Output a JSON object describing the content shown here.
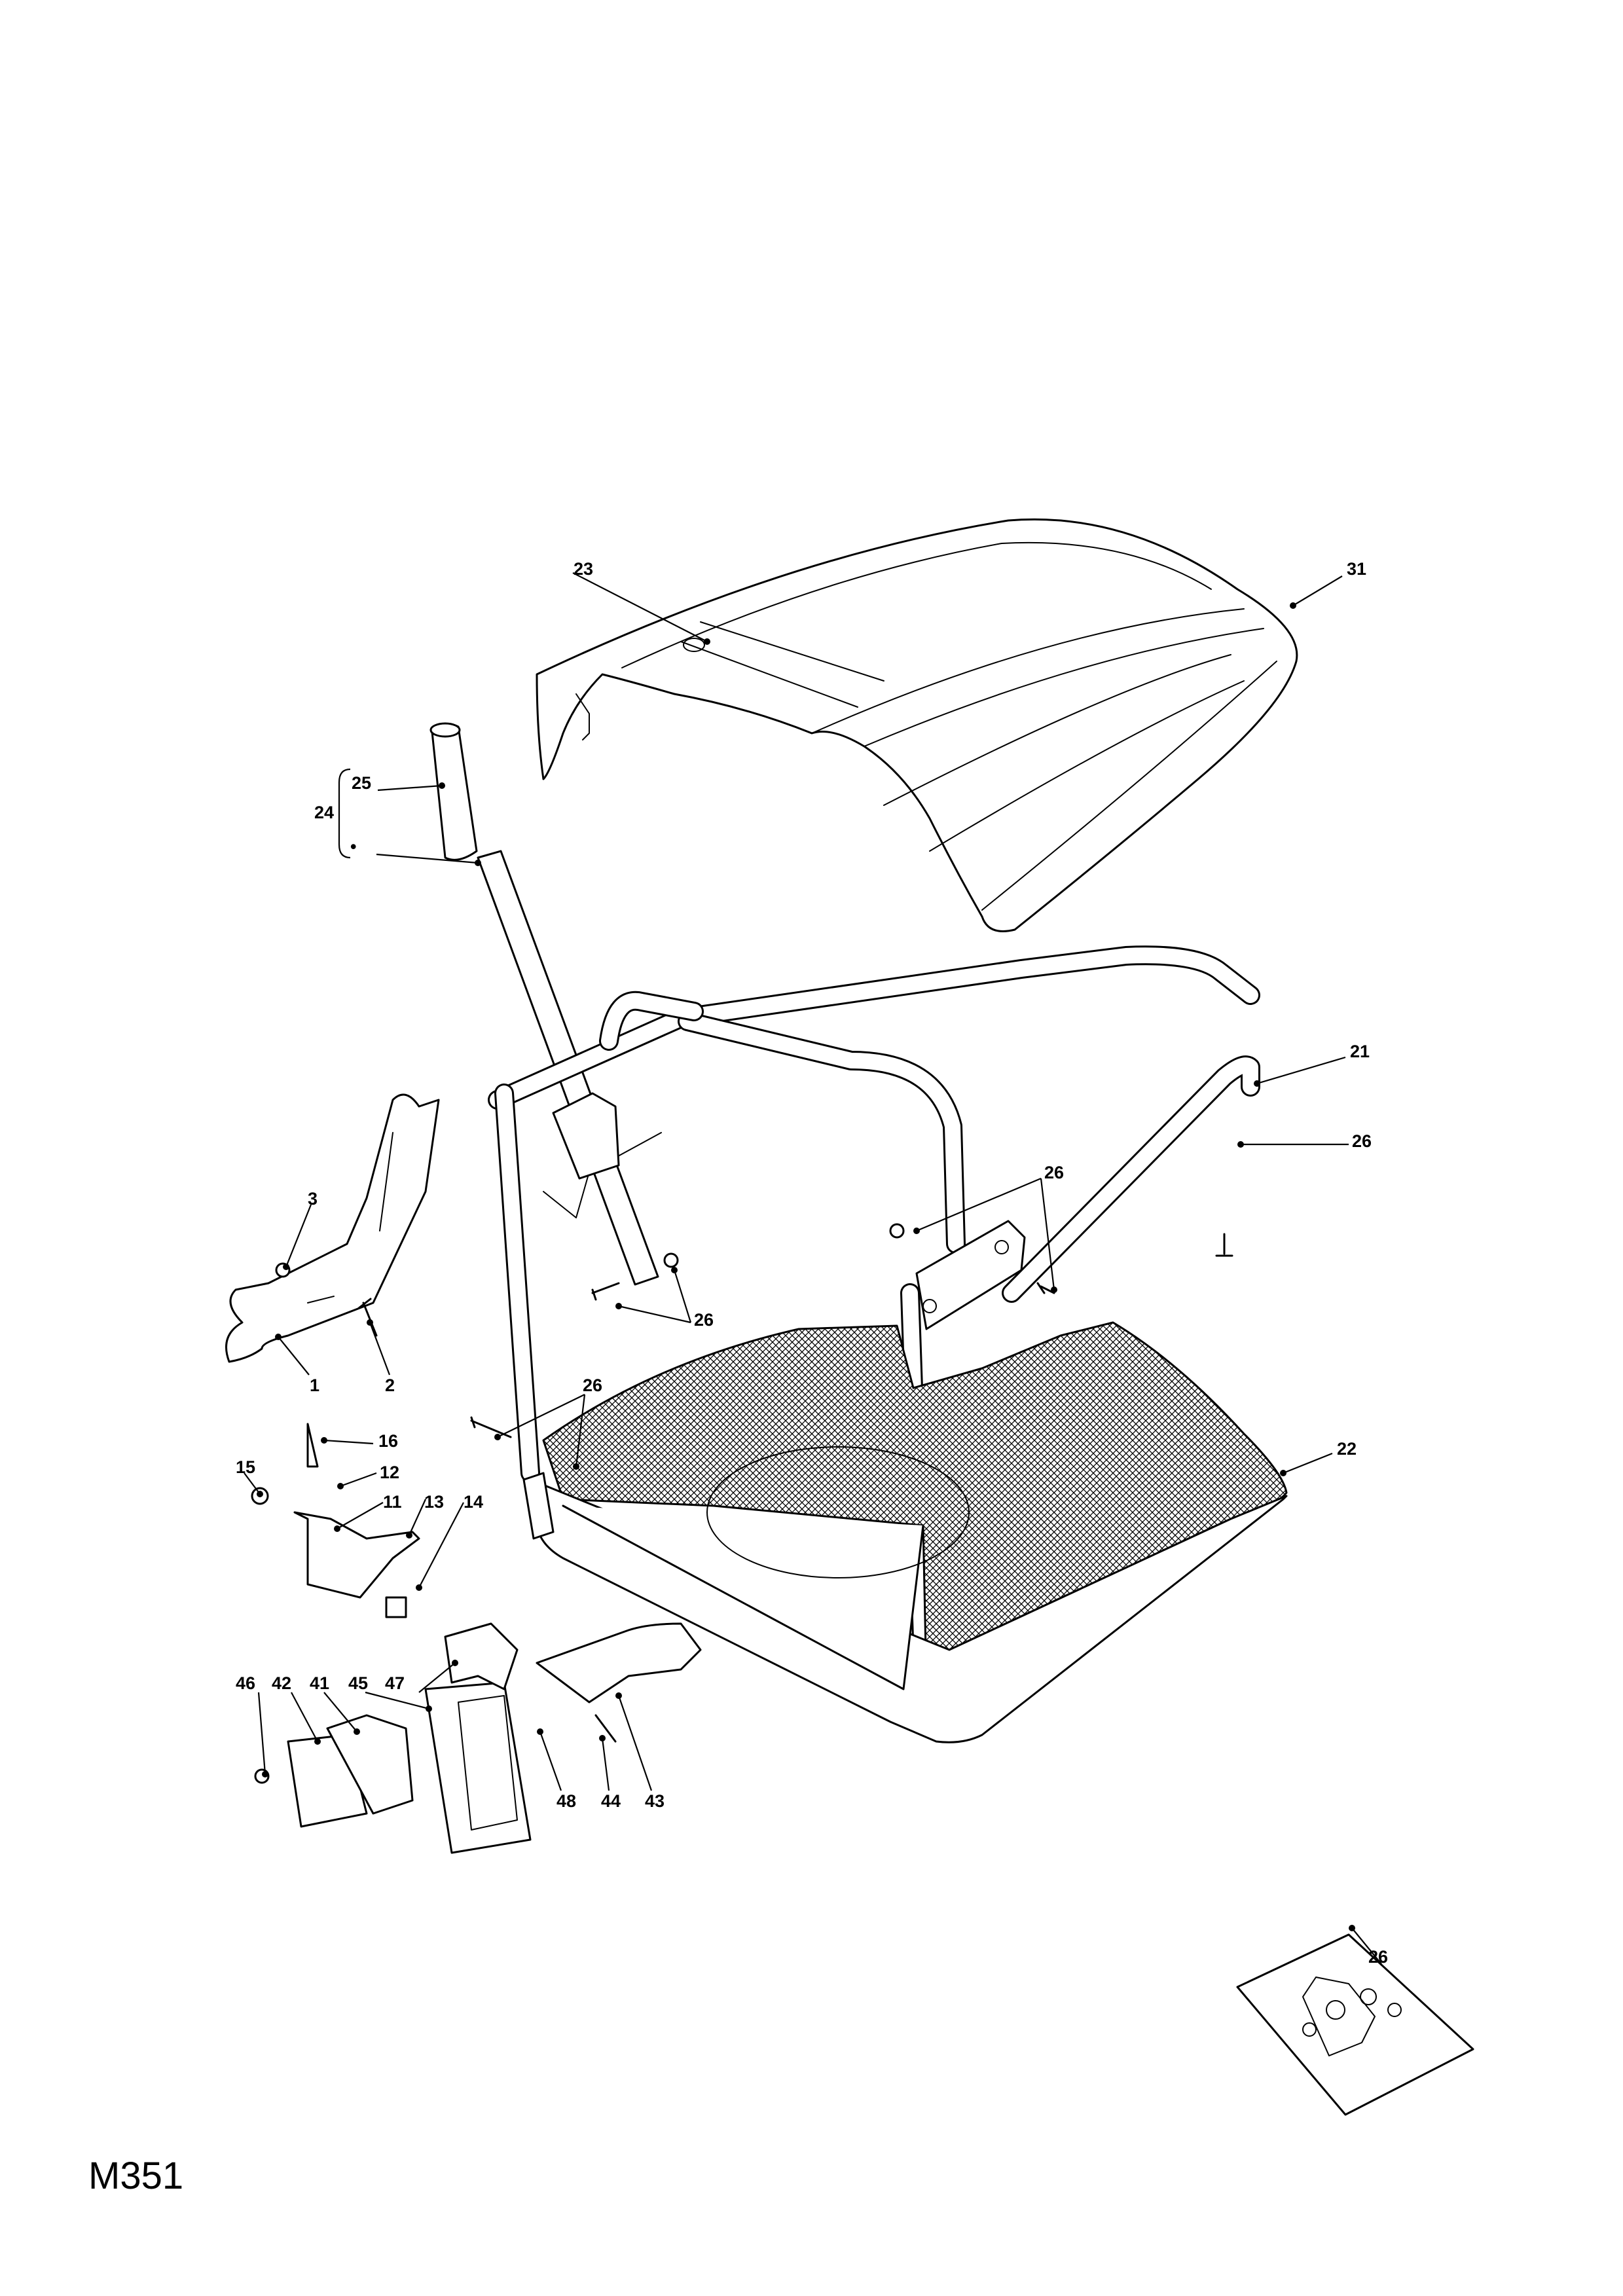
{
  "drawing_code": "M351",
  "callouts": {
    "c1": "1",
    "c2": "2",
    "c3": "3",
    "c11": "11",
    "c12": "12",
    "c13": "13",
    "c14": "14",
    "c15": "15",
    "c16": "16",
    "c21": "21",
    "c22": "22",
    "c23": "23",
    "c24": "24",
    "c25": "25",
    "c24_sub": "•",
    "c26a": "26",
    "c26b": "26",
    "c26c": "26",
    "c26d": "26",
    "c26e": "26",
    "c31": "31",
    "c41": "41",
    "c42": "42",
    "c43": "43",
    "c44": "44",
    "c45": "45",
    "c46": "46",
    "c47": "47",
    "c48": "48"
  },
  "colors": {
    "ink": "#000000",
    "paper": "#ffffff"
  }
}
